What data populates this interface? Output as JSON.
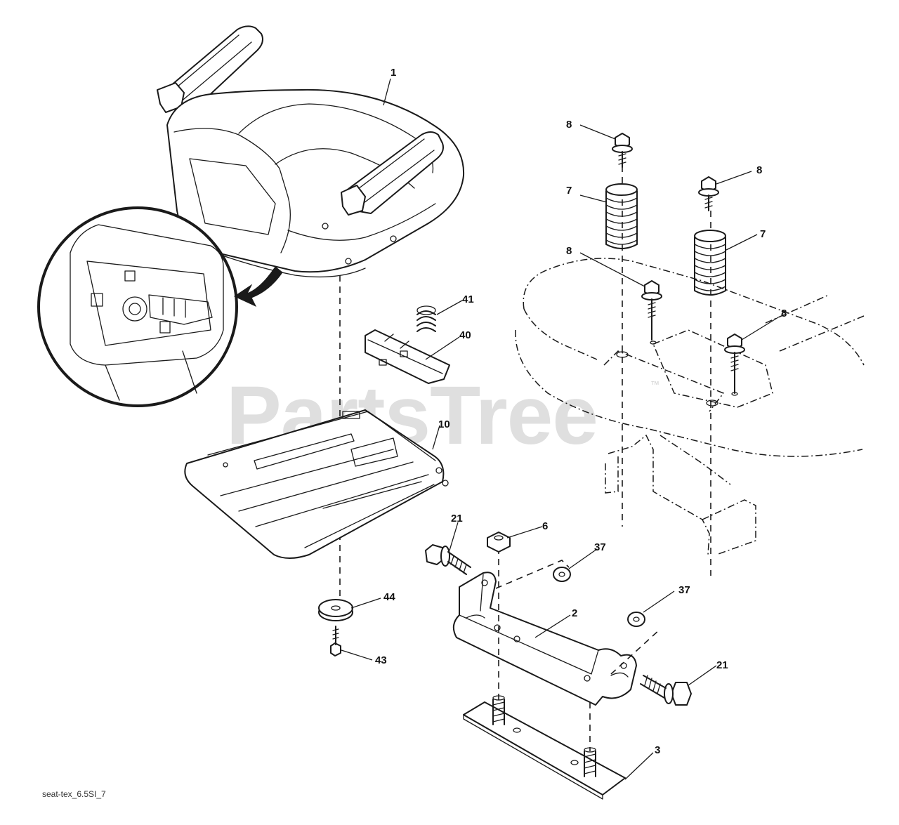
{
  "watermark": {
    "text": "PartsTree",
    "trademark": "™"
  },
  "drawing_code": "seat-tex_6.5SI_7",
  "callouts": {
    "seat": "1",
    "spring_top_left": "7",
    "spring_top_right": "7",
    "bolt_top_left": "8",
    "bolt_top_right": "8",
    "bolt_mid_left": "8",
    "bolt_mid_right": "8",
    "spring_small": "41",
    "latch_plate": "40",
    "seat_pan": "10",
    "bolt_left": "21",
    "nut": "6",
    "washer_upper": "37",
    "washer_lower": "37",
    "bracket": "2",
    "bolt_right": "21",
    "mount_plate": "3",
    "knob_washer": "44",
    "screw": "43"
  },
  "colors": {
    "line": "#1a1a1a",
    "watermark": "#d2d2d2",
    "background": "#ffffff"
  }
}
